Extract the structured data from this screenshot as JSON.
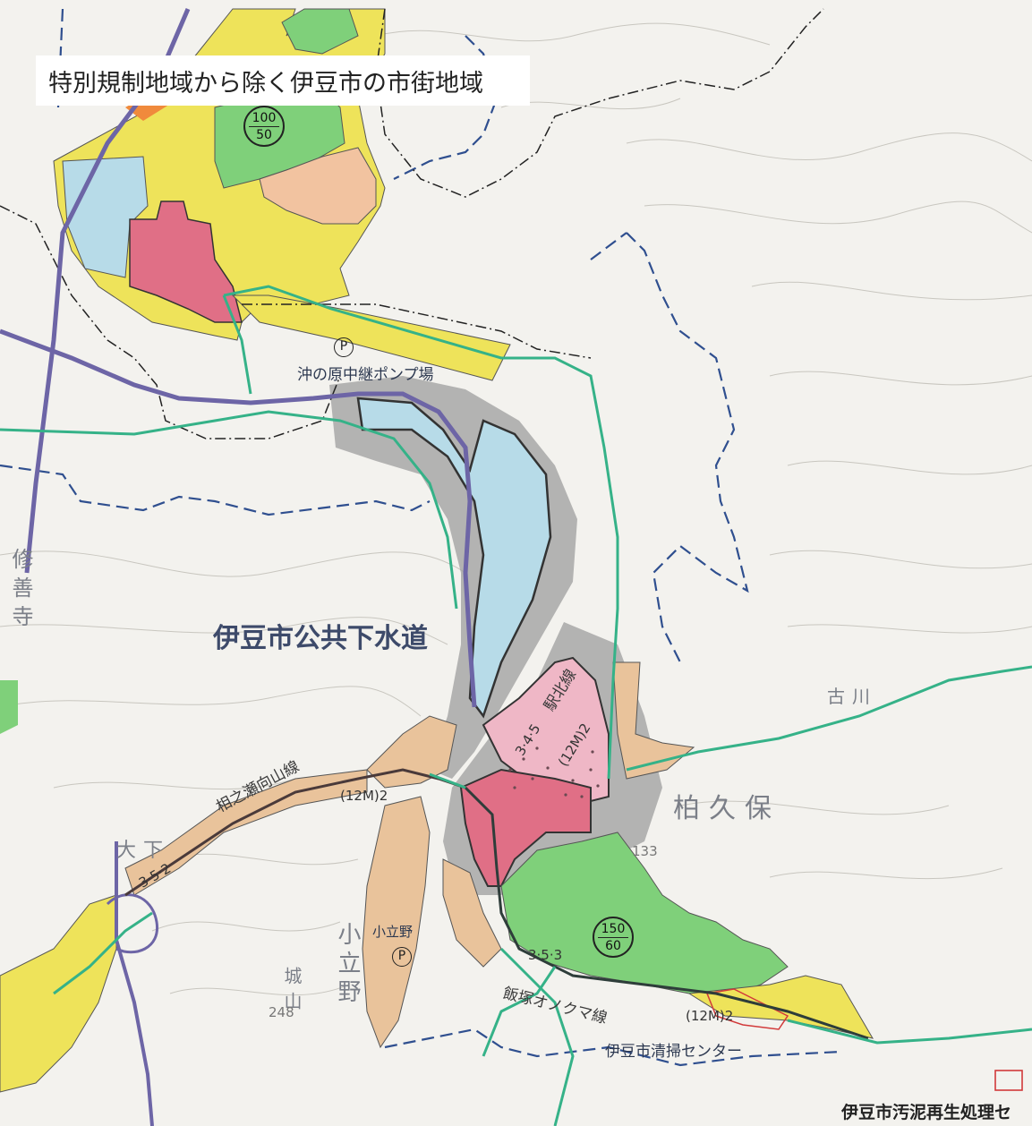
{
  "title": "特別規制地域から除く伊豆市の市街地域",
  "labels": {
    "sewer_area": "伊豆市公共下水道",
    "pump_station": "沖の原中継ポンプ場",
    "cleaning_center": "伊豆市清掃センター",
    "sludge_plant": "伊豆市汚泥再生処理セ",
    "kakubo": "柏久保",
    "koritsuno": "小立野",
    "koritsuno_vertical": "小立野",
    "furukawa": "古川",
    "shuzenji": "修善寺",
    "okushita": "大下",
    "shiroyama": "城山",
    "elevation_248": "248",
    "elevation_133": "133"
  },
  "roads": {
    "ainose": "相之瀬向山線",
    "iizuka": "飯塚オノクマ線",
    "ekikita": "駅北線",
    "width_12m_a": "(12M)2",
    "width_12m_b": "(12M)2",
    "width_12m_c": "(12M)2",
    "code_352": "3·5·2",
    "code_353": "3·5·3",
    "code_3545": "3·4·5"
  },
  "ratios": {
    "top": {
      "upper": "100",
      "lower": "50"
    },
    "bottom": {
      "upper": "150",
      "lower": "60"
    }
  },
  "pump_symbol": "P",
  "colors": {
    "residential_yellow": "#eee35a",
    "residential_green": "#7fd07a",
    "residential_peach": "#f2c3a0",
    "commercial_red": "#e06f86",
    "commercial_pink": "#efb7c6",
    "industrial_blue": "#b7dbe8",
    "quasi_residential_tan": "#e9c39b",
    "gray_buffer": "#9a9a9a",
    "green_line": "#35b288",
    "purple_line": "#6d65a6",
    "boundary_blue": "#2f4f8f"
  }
}
